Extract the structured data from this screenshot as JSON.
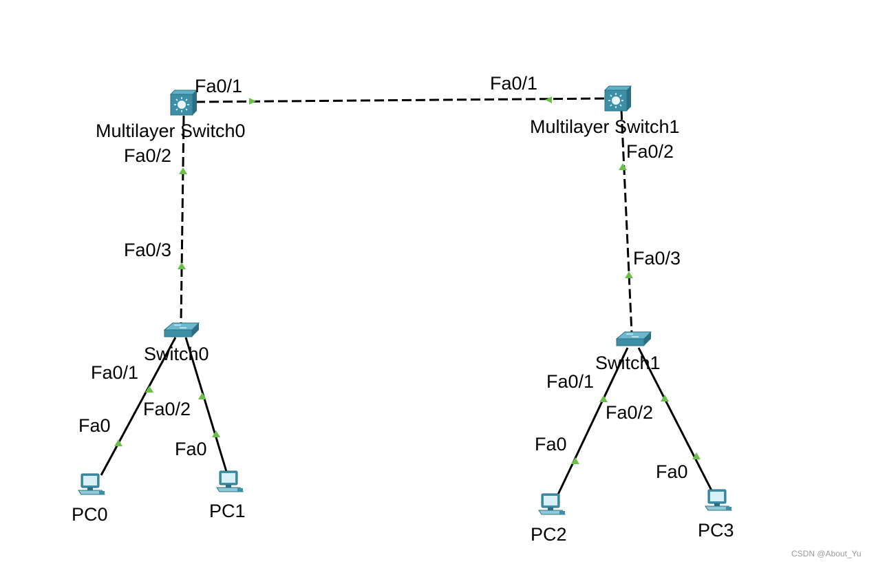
{
  "devices": {
    "msw0": {
      "name": "Multilayer Switch0",
      "icon": "multilayer-switch-icon"
    },
    "msw1": {
      "name": "Multilayer Switch1",
      "icon": "multilayer-switch-icon"
    },
    "sw0": {
      "name": "Switch0",
      "icon": "switch-icon"
    },
    "sw1": {
      "name": "Switch1",
      "icon": "switch-icon"
    },
    "pc0": {
      "name": "PC0",
      "icon": "pc-icon"
    },
    "pc1": {
      "name": "PC1",
      "icon": "pc-icon"
    },
    "pc2": {
      "name": "PC2",
      "icon": "pc-icon"
    },
    "pc3": {
      "name": "PC3",
      "icon": "pc-icon"
    }
  },
  "links": [
    {
      "from": "Multilayer Switch0",
      "from_port": "Fa0/1",
      "to": "Multilayer Switch1",
      "to_port": "Fa0/1",
      "style": "dashed"
    },
    {
      "from": "Multilayer Switch0",
      "from_port": "Fa0/2",
      "to": "Switch0",
      "to_port": "Fa0/3",
      "style": "dashed"
    },
    {
      "from": "Multilayer Switch1",
      "from_port": "Fa0/2",
      "to": "Switch1",
      "to_port": "Fa0/3",
      "style": "dashed"
    },
    {
      "from": "Switch0",
      "from_port": "Fa0/1",
      "to": "PC0",
      "to_port": "Fa0",
      "style": "solid"
    },
    {
      "from": "Switch0",
      "from_port": "Fa0/2",
      "to": "PC1",
      "to_port": "Fa0",
      "style": "solid"
    },
    {
      "from": "Switch1",
      "from_port": "Fa0/1",
      "to": "PC2",
      "to_port": "Fa0",
      "style": "solid"
    },
    {
      "from": "Switch1",
      "from_port": "Fa0/2",
      "to": "PC3",
      "to_port": "Fa0",
      "style": "solid"
    }
  ],
  "watermark": "CSDN @About_Yu",
  "colors": {
    "link_indicator": "#6abf4b",
    "device": "#3d8fa6",
    "background": "#ffffff"
  }
}
